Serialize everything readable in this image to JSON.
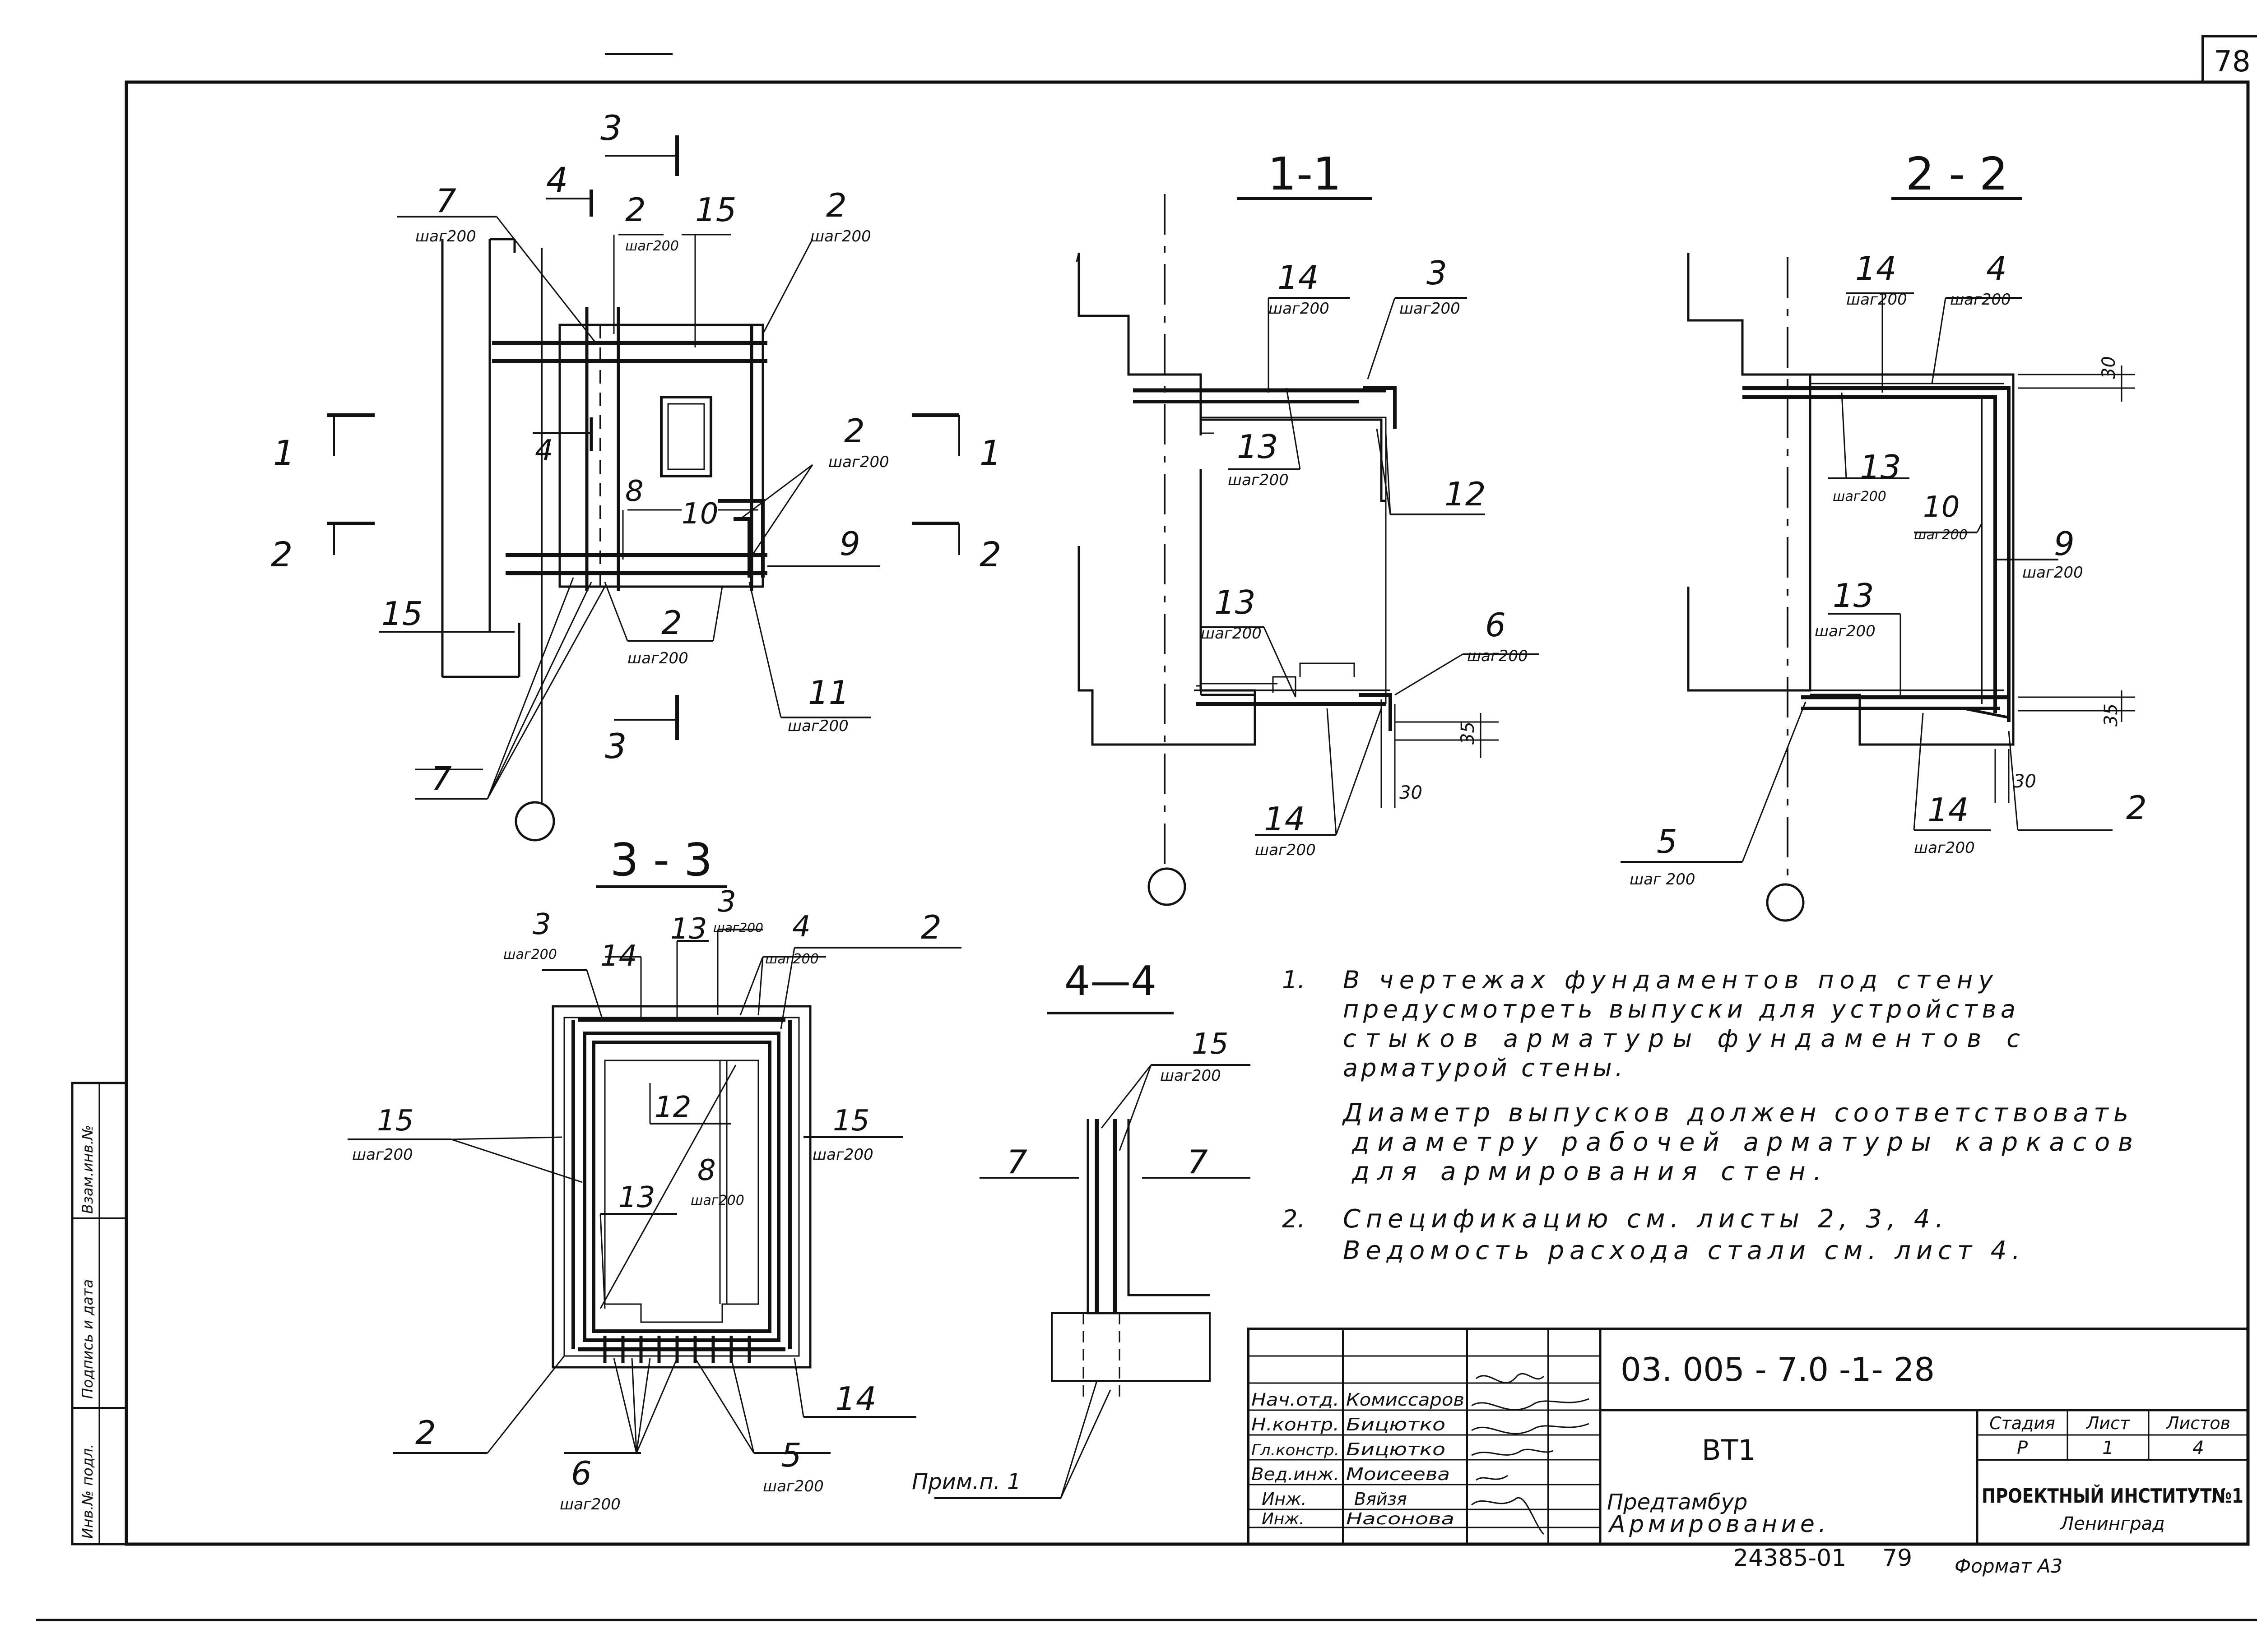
{
  "sheet_number": "78",
  "sections": {
    "plan": {
      "cut_labels": [
        "1",
        "1",
        "2",
        "2",
        "3",
        "3",
        "4",
        "4"
      ],
      "callouts": [
        {
          "pos": "7",
          "note": "шаг200"
        },
        {
          "pos": "2",
          "note": "шаг200"
        },
        {
          "pos": "15",
          "note": ""
        },
        {
          "pos": "2",
          "note": "шаг200"
        },
        {
          "pos": "2",
          "note": "шаг200"
        },
        {
          "pos": "8",
          "note": ""
        },
        {
          "pos": "10",
          "note": ""
        },
        {
          "pos": "9",
          "note": ""
        },
        {
          "pos": "15",
          "note": ""
        },
        {
          "pos": "2",
          "note": "шаг200"
        },
        {
          "pos": "11",
          "note": "шаг200"
        },
        {
          "pos": "7",
          "note": ""
        }
      ]
    },
    "s11": {
      "title": "1-1",
      "callouts": [
        {
          "pos": "14",
          "note": "шаг200"
        },
        {
          "pos": "3",
          "note": "шаг200"
        },
        {
          "pos": "13",
          "note": "шаг200"
        },
        {
          "pos": "12",
          "note": ""
        },
        {
          "pos": "13",
          "note": "шаг200"
        },
        {
          "pos": "6",
          "note": "шаг200"
        },
        {
          "pos": "14",
          "note": "шаг200"
        }
      ],
      "dims": [
        "35",
        "30"
      ]
    },
    "s22": {
      "title": "2 - 2",
      "callouts": [
        {
          "pos": "14",
          "note": "шаг200"
        },
        {
          "pos": "4",
          "note": "шаг200"
        },
        {
          "pos": "13",
          "note": "шаг200"
        },
        {
          "pos": "10",
          "note": "шаг200"
        },
        {
          "pos": "9",
          "note": "шаг200"
        },
        {
          "pos": "13",
          "note": "шаг200"
        },
        {
          "pos": "5",
          "note": "шаг 200"
        },
        {
          "pos": "14",
          "note": "шаг200"
        },
        {
          "pos": "2",
          "note": ""
        }
      ],
      "dims": [
        "30",
        "35",
        "30"
      ]
    },
    "s33": {
      "title": "3 - 3",
      "callouts": [
        {
          "pos": "3",
          "note": "шаг200"
        },
        {
          "pos": "14",
          "note": ""
        },
        {
          "pos": "13",
          "note": ""
        },
        {
          "pos": "3",
          "note": "шаг200"
        },
        {
          "pos": "4",
          "note": "шаг200"
        },
        {
          "pos": "2",
          "note": ""
        },
        {
          "pos": "15",
          "note": "шаг200"
        },
        {
          "pos": "12",
          "note": ""
        },
        {
          "pos": "15",
          "note": "шаг200"
        },
        {
          "pos": "13",
          "note": ""
        },
        {
          "pos": "8",
          "note": "шаг200"
        },
        {
          "pos": "2",
          "note": ""
        },
        {
          "pos": "14",
          "note": ""
        },
        {
          "pos": "6",
          "note": "шаг200"
        },
        {
          "pos": "5",
          "note": "шаг200"
        }
      ]
    },
    "s44": {
      "title": "4—4",
      "callouts": [
        {
          "pos": "15",
          "note": "шаг200"
        },
        {
          "pos": "7",
          "note": ""
        },
        {
          "pos": "7",
          "note": ""
        },
        {
          "pos": "Прим.п. 1",
          "note": ""
        }
      ]
    }
  },
  "notes": [
    {
      "num": "1.",
      "lines": [
        "В чертежах фундаментов под стену",
        "предусмотреть выпуски для устройства",
        "стыков арматуры фундаментов с",
        "арматурой стены."
      ]
    },
    {
      "num": "",
      "lines": [
        "Диаметр выпусков должен соответствовать",
        "диаметру рабочей арматуры каркасов",
        "для армирования стен."
      ]
    },
    {
      "num": "2.",
      "lines": [
        "Спецификацию см. листы 2, 3, 4.",
        "Ведомость расхода стали см. лист 4."
      ]
    }
  ],
  "title_block": {
    "doc_code": "03. 005 - 7.0 -1- 28",
    "mark": "ВТ1",
    "object": "Предтамбур",
    "sheet_name": "Армирование.",
    "stage_header": "Стадия",
    "sheet_header": "Лист",
    "sheets_header": "Листов",
    "stage": "Р",
    "sheet": "1",
    "sheets": "4",
    "org": "ПРОЕКТНЫЙ ИНСТИТУТ№1",
    "city": "Ленинград",
    "signatures": [
      {
        "role": "Нач.отд.",
        "name": "Комиссаров"
      },
      {
        "role": "Н.контр.",
        "name": "Бицютко"
      },
      {
        "role": "Гл.констр.",
        "name": "Бицютко"
      },
      {
        "role": "Вед.инж.",
        "name": "Моисеева"
      },
      {
        "role": "Инж.",
        "name": "Вяйзя"
      },
      {
        "role": "Инж.",
        "name": "Насонова"
      }
    ],
    "archive_no": "24385-01",
    "copy_sheet": "79",
    "format": "Формат А3"
  },
  "side_stamp": [
    "Инв.№ подл.",
    "Подпись и дата",
    "Взам.инв.№"
  ]
}
